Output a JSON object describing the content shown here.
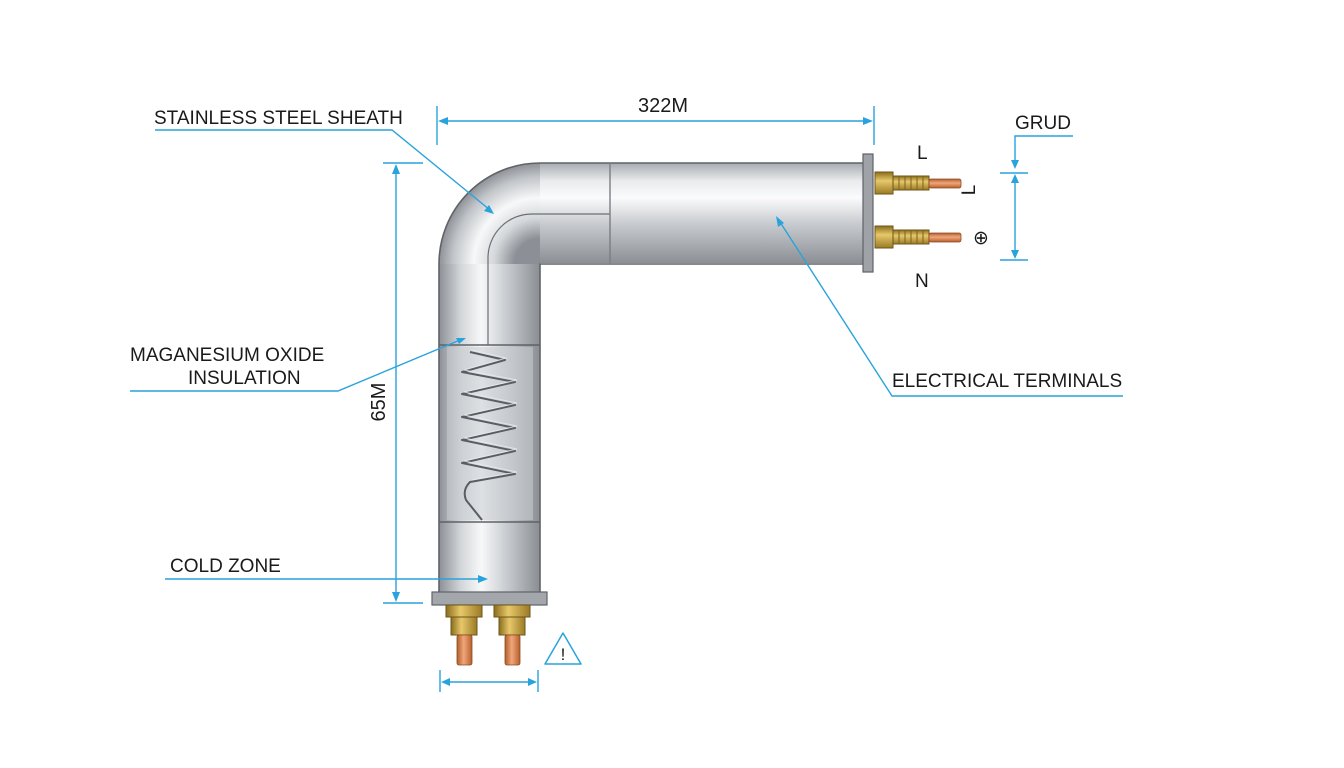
{
  "labels": {
    "sheath": "STAINLESS STEEL SHEATH",
    "insulation_line1": "MAGANESIUM OXIDE",
    "insulation_line2": "INSULATION",
    "cold_zone": "COLD ZONE",
    "terminals": "ELECTRICAL TERMINALS",
    "ground": "GRUD"
  },
  "dimensions": {
    "horizontal_length": "322M",
    "vertical_length": "65M"
  },
  "terminal_marks": {
    "live": "L",
    "neutral": "N",
    "side_live": "L",
    "side_ground_symbol": "⊕",
    "warning": "!"
  },
  "colors": {
    "leader": "#29a3dc",
    "steel_light": "#f2f3f5",
    "steel_dark": "#8d9197",
    "brass": "#c9a640",
    "copper": "#d98a5a"
  },
  "icons": [
    "warning-triangle-icon",
    "ground-symbol-icon"
  ]
}
